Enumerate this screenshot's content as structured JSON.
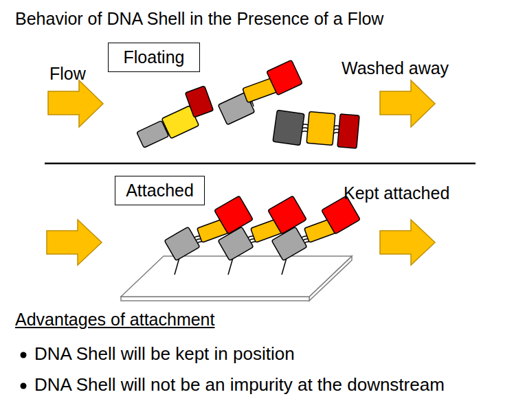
{
  "diagram": {
    "title": "Behavior of DNA Shell in the Presence of a Flow",
    "nodes": [
      {
        "text": [
          "Floating"
        ]
      },
      {
        "text": [
          "Attached"
        ]
      }
    ],
    "labels": [
      "Flow",
      "Washed away",
      "Kept attached",
      "Advantages of attachment",
      "DNA Shell will be kept in position",
      "DNA Shell will not be an impurity at the downstream"
    ]
  }
}
